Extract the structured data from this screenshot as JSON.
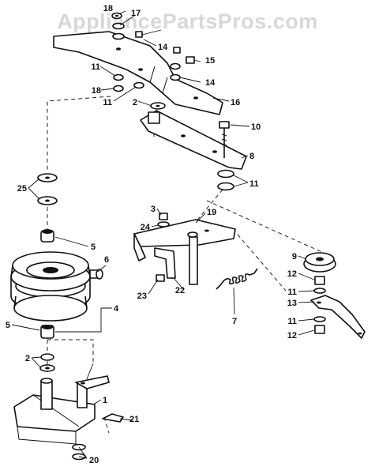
{
  "watermark": "AppliancePartsPros.com",
  "callouts": {
    "c1": "1",
    "c2a": "2",
    "c2b": "2",
    "c3": "3",
    "c4": "4",
    "c5a": "5",
    "c5b": "5",
    "c6": "6",
    "c7": "7",
    "c8": "8",
    "c9": "9",
    "c10": "10",
    "c11a": "11",
    "c11b": "11",
    "c11c": "11",
    "c11d": "11",
    "c11e": "11",
    "c12a": "12",
    "c12b": "12",
    "c13": "13",
    "c14a": "14",
    "c14b": "14",
    "c15": "15",
    "c16": "16",
    "c17": "17",
    "c18a": "18",
    "c18b": "18",
    "c19": "19",
    "c20": "20",
    "c21": "21",
    "c22": "22",
    "c23": "23",
    "c24": "24",
    "c25": "25"
  }
}
